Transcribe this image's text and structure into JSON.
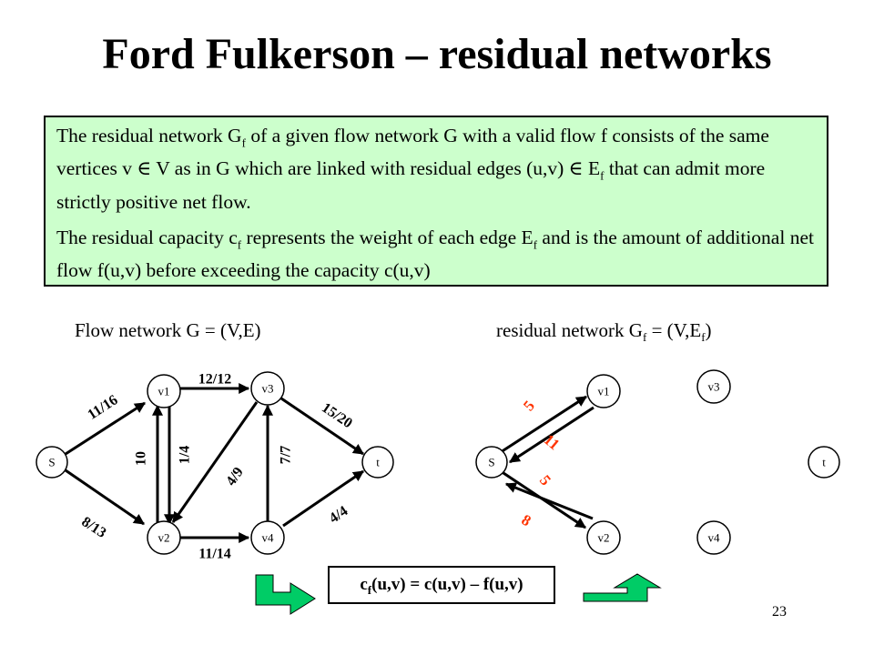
{
  "slide": {
    "title": "Ford Fulkerson – residual networks",
    "page_number": "23"
  },
  "definition": {
    "p1_a": "The residual network G",
    "p1_sub1": "f",
    "p1_b": " of a given flow network G with a valid flow f consists of the same vertices v ",
    "elem1": "∈",
    "p1_c": " V as in G which are linked with residual edges (u,v) ",
    "elem2": "∈",
    "p1_d": " E",
    "p1_sub2": "f",
    "p1_e": " that can admit more strictly positive net flow.",
    "p2_a": "The residual capacity c",
    "p2_sub1": "f",
    "p2_b": " represents the weight of each edge E",
    "p2_sub2": "f",
    "p2_c": " and is the amount of additional net flow f(u,v) before exceeding the capacity c(u,v)"
  },
  "captions": {
    "left": "Flow network G = (V,E)",
    "right_a": "residual network G",
    "right_sub1": "f",
    "right_b": " = (V,E",
    "right_sub2": "f",
    "right_c": ")"
  },
  "flow_network": {
    "nodes": {
      "s": "S",
      "v1": "v1",
      "v2": "v2",
      "v3": "v3",
      "v4": "v4",
      "t": "t"
    },
    "edges": {
      "s_v1": "11/16",
      "s_v2": "8/13",
      "v1_v3": "12/12",
      "v2_v1": "10",
      "v1_v2": "1/4",
      "v3_v2": "4/9",
      "v4_v3": "7/7",
      "v3_t": "15/20",
      "v2_v4": "11/14",
      "v4_t": "4/4"
    }
  },
  "residual_network": {
    "nodes": {
      "s": "S",
      "v1": "v1",
      "v2": "v2",
      "v3": "v3",
      "v4": "v4",
      "t": "t"
    },
    "edges": {
      "s_v1": "5",
      "v1_s": "11",
      "s_v2": "5",
      "v2_s": "8"
    },
    "label_color": "#ff3300"
  },
  "formula": {
    "a": "c",
    "sub": "f",
    "b": "(u,v) = c(u,v) – f(u,v)"
  },
  "colors": {
    "box_background": "#ccffcc",
    "arrow_fill": "#00cc66"
  }
}
